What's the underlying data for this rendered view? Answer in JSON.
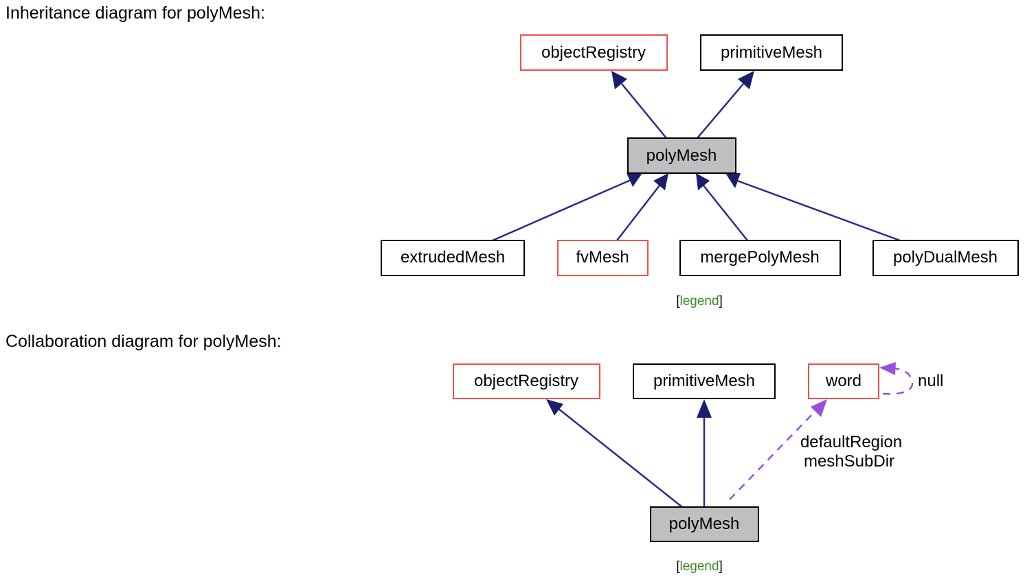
{
  "inheritance": {
    "heading": "Inheritance diagram for polyMesh:",
    "nodes": {
      "objectRegistry": "objectRegistry",
      "primitiveMesh": "primitiveMesh",
      "polyMesh": "polyMesh",
      "extrudedMesh": "extrudedMesh",
      "fvMesh": "fvMesh",
      "mergePolyMesh": "mergePolyMesh",
      "polyDualMesh": "polyDualMesh"
    },
    "legend": {
      "open": "[",
      "link": "legend",
      "close": "]"
    }
  },
  "collaboration": {
    "heading": "Collaboration diagram for polyMesh:",
    "nodes": {
      "objectRegistry": "objectRegistry",
      "primitiveMesh": "primitiveMesh",
      "word": "word",
      "polyMesh": "polyMesh"
    },
    "edge_labels": {
      "self_loop": "null",
      "word_line1": "defaultRegion",
      "word_line2": "meshSubDir"
    },
    "legend": {
      "open": "[",
      "link": "legend",
      "close": "]"
    }
  },
  "colors": {
    "edge": "#2b2b8a",
    "arrowhead": "#1d1d6e",
    "usage_edge": "#9a4fe0",
    "documented_border": "#f0504a",
    "current_fill": "#bfbfbf",
    "legend_link": "#3a8a1e"
  }
}
